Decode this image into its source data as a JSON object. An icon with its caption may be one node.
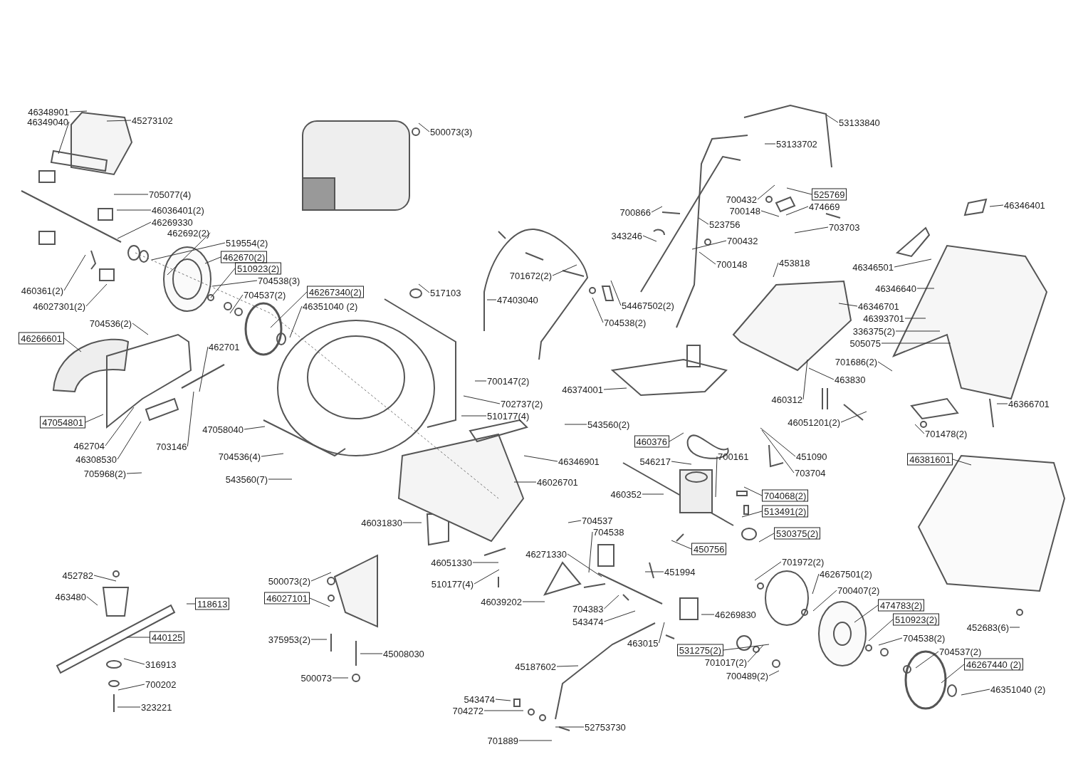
{
  "diagram": {
    "nodes": [
      {
        "text": [
          "46348901"
        ]
      },
      {
        "text": [
          "46349040"
        ]
      },
      {
        "text": [
          "45273102"
        ]
      },
      {
        "text": [
          "705077(4)"
        ]
      },
      {
        "text": [
          "46036401(2)"
        ]
      },
      {
        "text": [
          "46269330"
        ]
      },
      {
        "text": [
          "462692(2)"
        ]
      },
      {
        "text": [
          "519554(2)"
        ]
      },
      {
        "text": [
          "462670(2)"
        ]
      },
      {
        "text": [
          "510923(2)"
        ]
      },
      {
        "text": [
          "704538(3)"
        ]
      },
      {
        "text": [
          "704537(2)"
        ]
      },
      {
        "text": [
          "46267340(2)"
        ]
      },
      {
        "text": [
          "46351040 (2)"
        ]
      },
      {
        "text": [
          "460361(2)"
        ]
      },
      {
        "text": [
          "46027301(2)"
        ]
      },
      {
        "text": [
          "704536(2)"
        ]
      },
      {
        "text": [
          "46266601"
        ]
      },
      {
        "text": [
          "462701"
        ]
      },
      {
        "text": [
          "47054801"
        ]
      },
      {
        "text": [
          "462704"
        ]
      },
      {
        "text": [
          "46308530"
        ]
      },
      {
        "text": [
          "705968(2)"
        ]
      },
      {
        "text": [
          "703146"
        ]
      },
      {
        "text": [
          "47058040"
        ]
      },
      {
        "text": [
          "704536(4)"
        ]
      },
      {
        "text": [
          "543560(7)"
        ]
      },
      {
        "text": [
          "500073(3)"
        ]
      },
      {
        "text": [
          "517103"
        ]
      },
      {
        "text": [
          "701672(2)"
        ]
      },
      {
        "text": [
          "47403040"
        ]
      },
      {
        "text": [
          "54467502(2)"
        ]
      },
      {
        "text": [
          "704538(2)"
        ]
      },
      {
        "text": [
          "700147(2)"
        ]
      },
      {
        "text": [
          "702737(2)"
        ]
      },
      {
        "text": [
          "510177(4)"
        ]
      },
      {
        "text": [
          "543560(2)"
        ]
      },
      {
        "text": [
          "46374001"
        ]
      },
      {
        "text": [
          "46346901"
        ]
      },
      {
        "text": [
          "46026701"
        ]
      },
      {
        "text": [
          "46031830"
        ]
      },
      {
        "text": [
          "46051330"
        ]
      },
      {
        "text": [
          "510177(4)"
        ]
      },
      {
        "text": [
          "46039202"
        ]
      },
      {
        "text": [
          "46271330"
        ]
      },
      {
        "text": [
          "704537"
        ]
      },
      {
        "text": [
          "704538"
        ]
      },
      {
        "text": [
          "704383"
        ]
      },
      {
        "text": [
          "543474"
        ]
      },
      {
        "text": [
          "463015"
        ]
      },
      {
        "text": [
          "45187602"
        ]
      },
      {
        "text": [
          "543474"
        ]
      },
      {
        "text": [
          "704272"
        ]
      },
      {
        "text": [
          "701889"
        ]
      },
      {
        "text": [
          "52753730"
        ]
      },
      {
        "text": [
          "500073(2)"
        ]
      },
      {
        "text": [
          "46027101"
        ]
      },
      {
        "text": [
          "375953(2)"
        ]
      },
      {
        "text": [
          "45008030"
        ]
      },
      {
        "text": [
          "500073"
        ]
      },
      {
        "text": [
          "452782"
        ]
      },
      {
        "text": [
          "463480"
        ]
      },
      {
        "text": [
          "118613"
        ]
      },
      {
        "text": [
          "440125"
        ]
      },
      {
        "text": [
          "316913"
        ]
      },
      {
        "text": [
          "700202"
        ]
      },
      {
        "text": [
          "323221"
        ]
      },
      {
        "text": [
          "700866"
        ]
      },
      {
        "text": [
          "343246"
        ]
      },
      {
        "text": [
          "523756"
        ]
      },
      {
        "text": [
          "700432"
        ]
      },
      {
        "text": [
          "700148"
        ]
      },
      {
        "text": [
          "53133840"
        ]
      },
      {
        "text": [
          "53133702"
        ]
      },
      {
        "text": [
          "700432"
        ]
      },
      {
        "text": [
          "525769"
        ]
      },
      {
        "text": [
          "700148"
        ]
      },
      {
        "text": [
          "474669"
        ]
      },
      {
        "text": [
          "703703"
        ]
      },
      {
        "text": [
          "453818"
        ]
      },
      {
        "text": [
          "46346701"
        ]
      },
      {
        "text": [
          "46346401"
        ]
      },
      {
        "text": [
          "46346501"
        ]
      },
      {
        "text": [
          "46346640"
        ]
      },
      {
        "text": [
          "46393701"
        ]
      },
      {
        "text": [
          "336375(2)"
        ]
      },
      {
        "text": [
          "505075"
        ]
      },
      {
        "text": [
          "701686(2)"
        ]
      },
      {
        "text": [
          "463830"
        ]
      },
      {
        "text": [
          "460312"
        ]
      },
      {
        "text": [
          "46051201(2)"
        ]
      },
      {
        "text": [
          "46366701"
        ]
      },
      {
        "text": [
          "701478(2)"
        ]
      },
      {
        "text": [
          "46381601"
        ]
      },
      {
        "text": [
          "460376"
        ]
      },
      {
        "text": [
          "546217"
        ]
      },
      {
        "text": [
          "700161"
        ]
      },
      {
        "text": [
          "451090"
        ]
      },
      {
        "text": [
          "703704"
        ]
      },
      {
        "text": [
          "460352"
        ]
      },
      {
        "text": [
          "704068(2)"
        ]
      },
      {
        "text": [
          "513491(2)"
        ]
      },
      {
        "text": [
          "530375(2)"
        ]
      },
      {
        "text": [
          "450756"
        ]
      },
      {
        "text": [
          "451994"
        ]
      },
      {
        "text": [
          "701972(2)"
        ]
      },
      {
        "text": [
          "46267501(2)"
        ]
      },
      {
        "text": [
          "700407(2)"
        ]
      },
      {
        "text": [
          "474783(2)"
        ]
      },
      {
        "text": [
          "510923(2)"
        ]
      },
      {
        "text": [
          "46269830"
        ]
      },
      {
        "text": [
          "531275(2)"
        ]
      },
      {
        "text": [
          "701017(2)"
        ]
      },
      {
        "text": [
          "700489(2)"
        ]
      },
      {
        "text": [
          "704538(2)"
        ]
      },
      {
        "text": [
          "704537(2)"
        ]
      },
      {
        "text": [
          "46267440 (2)"
        ]
      },
      {
        "text": [
          "46351040 (2)"
        ]
      },
      {
        "text": [
          "452683(6)"
        ]
      }
    ],
    "edges": [
      {
        "from": 0,
        "to": null,
        "arrow": "none"
      },
      {
        "from": 1,
        "to": null,
        "arrow": "none"
      },
      {
        "from": 2,
        "to": null,
        "arrow": "none"
      },
      {
        "from": 3,
        "to": null,
        "arrow": "none"
      },
      {
        "from": 4,
        "to": null,
        "arrow": "none"
      },
      {
        "from": 5,
        "to": null,
        "arrow": "none"
      },
      {
        "from": 6,
        "to": null,
        "arrow": "none"
      },
      {
        "from": 7,
        "to": null,
        "arrow": "none"
      },
      {
        "from": 8,
        "to": null,
        "arrow": "none"
      },
      {
        "from": 9,
        "to": null,
        "arrow": "none"
      },
      {
        "from": 10,
        "to": null,
        "arrow": "none"
      },
      {
        "from": 11,
        "to": null,
        "arrow": "none"
      },
      {
        "from": 12,
        "to": null,
        "arrow": "none"
      },
      {
        "from": 13,
        "to": null,
        "arrow": "none"
      },
      {
        "from": 14,
        "to": null,
        "arrow": "none"
      },
      {
        "from": 15,
        "to": null,
        "arrow": "none"
      },
      {
        "from": 16,
        "to": null,
        "arrow": "none"
      },
      {
        "from": 17,
        "to": null,
        "arrow": "none"
      },
      {
        "from": 18,
        "to": null,
        "arrow": "none"
      },
      {
        "from": 19,
        "to": null,
        "arrow": "none"
      },
      {
        "from": 20,
        "to": null,
        "arrow": "none"
      },
      {
        "from": 21,
        "to": null,
        "arrow": "none"
      },
      {
        "from": 22,
        "to": null,
        "arrow": "none"
      },
      {
        "from": 23,
        "to": null,
        "arrow": "none"
      },
      {
        "from": 24,
        "to": null,
        "arrow": "none"
      },
      {
        "from": 25,
        "to": null,
        "arrow": "none"
      },
      {
        "from": 26,
        "to": null,
        "arrow": "none"
      },
      {
        "from": 27,
        "to": null,
        "arrow": "none"
      },
      {
        "from": 28,
        "to": null,
        "arrow": "none"
      },
      {
        "from": 29,
        "to": null,
        "arrow": "none"
      },
      {
        "from": 30,
        "to": null,
        "arrow": "none"
      },
      {
        "from": 31,
        "to": null,
        "arrow": "none"
      },
      {
        "from": 32,
        "to": null,
        "arrow": "none"
      },
      {
        "from": 33,
        "to": null,
        "arrow": "none"
      },
      {
        "from": 34,
        "to": null,
        "arrow": "none"
      },
      {
        "from": 35,
        "to": null,
        "arrow": "none"
      },
      {
        "from": 36,
        "to": null,
        "arrow": "none"
      },
      {
        "from": 37,
        "to": null,
        "arrow": "none"
      },
      {
        "from": 38,
        "to": null,
        "arrow": "none"
      },
      {
        "from": 39,
        "to": null,
        "arrow": "none"
      },
      {
        "from": 40,
        "to": null,
        "arrow": "none"
      },
      {
        "from": 41,
        "to": null,
        "arrow": "none"
      },
      {
        "from": 42,
        "to": null,
        "arrow": "none"
      },
      {
        "from": 43,
        "to": null,
        "arrow": "none"
      },
      {
        "from": 44,
        "to": null,
        "arrow": "none"
      },
      {
        "from": 45,
        "to": null,
        "arrow": "none"
      },
      {
        "from": 46,
        "to": null,
        "arrow": "none"
      },
      {
        "from": 47,
        "to": null,
        "arrow": "none"
      },
      {
        "from": 48,
        "to": null,
        "arrow": "none"
      },
      {
        "from": 49,
        "to": null,
        "arrow": "none"
      },
      {
        "from": 50,
        "to": null,
        "arrow": "none"
      },
      {
        "from": 51,
        "to": null,
        "arrow": "none"
      },
      {
        "from": 52,
        "to": null,
        "arrow": "none"
      },
      {
        "from": 53,
        "to": null,
        "arrow": "none"
      },
      {
        "from": 54,
        "to": null,
        "arrow": "none"
      },
      {
        "from": 55,
        "to": null,
        "arrow": "none"
      },
      {
        "from": 56,
        "to": null,
        "arrow": "none"
      },
      {
        "from": 57,
        "to": null,
        "arrow": "none"
      },
      {
        "from": 58,
        "to": null,
        "arrow": "none"
      },
      {
        "from": 59,
        "to": null,
        "arrow": "none"
      },
      {
        "from": 60,
        "to": null,
        "arrow": "none"
      },
      {
        "from": 61,
        "to": null,
        "arrow": "none"
      },
      {
        "from": 62,
        "to": null,
        "arrow": "none"
      },
      {
        "from": 63,
        "to": null,
        "arrow": "none"
      },
      {
        "from": 64,
        "to": null,
        "arrow": "none"
      },
      {
        "from": 65,
        "to": null,
        "arrow": "none"
      },
      {
        "from": 66,
        "to": null,
        "arrow": "none"
      },
      {
        "from": 67,
        "to": null,
        "arrow": "none"
      },
      {
        "from": 68,
        "to": null,
        "arrow": "none"
      },
      {
        "from": 69,
        "to": null,
        "arrow": "none"
      },
      {
        "from": 70,
        "to": null,
        "arrow": "none"
      },
      {
        "from": 71,
        "to": null,
        "arrow": "none"
      },
      {
        "from": 72,
        "to": null,
        "arrow": "none"
      },
      {
        "from": 73,
        "to": null,
        "arrow": "none"
      },
      {
        "from": 74,
        "to": null,
        "arrow": "none"
      },
      {
        "from": 75,
        "to": null,
        "arrow": "none"
      },
      {
        "from": 76,
        "to": null,
        "arrow": "none"
      },
      {
        "from": 77,
        "to": null,
        "arrow": "none"
      },
      {
        "from": 78,
        "to": null,
        "arrow": "none"
      },
      {
        "from": 79,
        "to": null,
        "arrow": "none"
      },
      {
        "from": 80,
        "to": null,
        "arrow": "none"
      },
      {
        "from": 81,
        "to": null,
        "arrow": "none"
      },
      {
        "from": 82,
        "to": null,
        "arrow": "none"
      },
      {
        "from": 83,
        "to": null,
        "arrow": "none"
      },
      {
        "from": 84,
        "to": null,
        "arrow": "none"
      },
      {
        "from": 85,
        "to": null,
        "arrow": "none"
      },
      {
        "from": 86,
        "to": null,
        "arrow": "none"
      },
      {
        "from": 87,
        "to": null,
        "arrow": "none"
      },
      {
        "from": 88,
        "to": null,
        "arrow": "none"
      },
      {
        "from": 89,
        "to": null,
        "arrow": "none"
      },
      {
        "from": 90,
        "to": null,
        "arrow": "none"
      },
      {
        "from": 91,
        "to": null,
        "arrow": "none"
      },
      {
        "from": 92,
        "to": null,
        "arrow": "none"
      },
      {
        "from": 93,
        "to": null,
        "arrow": "none"
      },
      {
        "from": 94,
        "to": null,
        "arrow": "none"
      },
      {
        "from": 95,
        "to": null,
        "arrow": "none"
      },
      {
        "from": 96,
        "to": null,
        "arrow": "none"
      },
      {
        "from": 97,
        "to": null,
        "arrow": "none"
      },
      {
        "from": 98,
        "to": null,
        "arrow": "none"
      },
      {
        "from": 99,
        "to": null,
        "arrow": "none"
      },
      {
        "from": 100,
        "to": null,
        "arrow": "none"
      },
      {
        "from": 101,
        "to": null,
        "arrow": "none"
      },
      {
        "from": 102,
        "to": null,
        "arrow": "none"
      },
      {
        "from": 103,
        "to": null,
        "arrow": "none"
      },
      {
        "from": 104,
        "to": null,
        "arrow": "none"
      },
      {
        "from": 105,
        "to": null,
        "arrow": "none"
      },
      {
        "from": 106,
        "to": null,
        "arrow": "none"
      },
      {
        "from": 107,
        "to": null,
        "arrow": "none"
      },
      {
        "from": 108,
        "to": null,
        "arrow": "none"
      },
      {
        "from": 109,
        "to": null,
        "arrow": "none"
      },
      {
        "from": 110,
        "to": null,
        "arrow": "none"
      },
      {
        "from": 111,
        "to": null,
        "arrow": "none"
      },
      {
        "from": 112,
        "to": null,
        "arrow": "none"
      },
      {
        "from": 113,
        "to": null,
        "arrow": "none"
      },
      {
        "from": 114,
        "to": null,
        "arrow": "none"
      },
      {
        "from": 115,
        "to": null,
        "arrow": "none"
      },
      {
        "from": 116,
        "to": null,
        "arrow": "none"
      },
      {
        "from": 117,
        "to": null,
        "arrow": "none"
      },
      {
        "from": 118,
        "to": null,
        "arrow": "none"
      }
    ]
  }
}
